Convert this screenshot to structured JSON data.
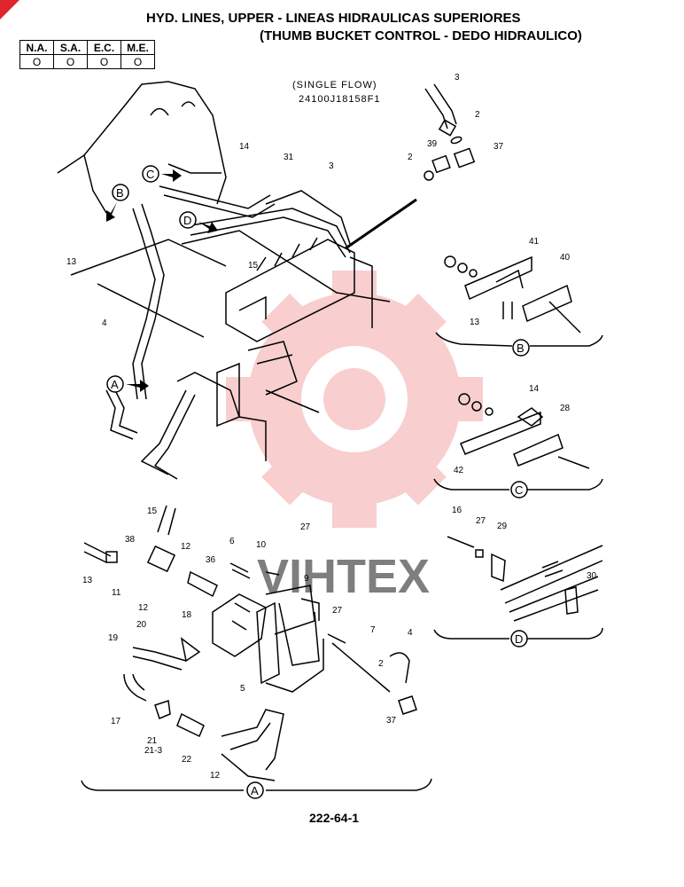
{
  "header": {
    "title_line1": "HYD. LINES, UPPER - LINEAS HIDRAULICAS SUPERIORES",
    "title_line2": "(THUMB BUCKET CONTROL - DEDO HIDRAULICO)"
  },
  "applicability_table": {
    "columns": [
      "N.A.",
      "S.A.",
      "E.C.",
      "M.E."
    ],
    "values": [
      "O",
      "O",
      "O",
      "O"
    ]
  },
  "annotations": {
    "single_flow": "(SINGLE FLOW)",
    "part_code": "24100J18158F1"
  },
  "watermark": "VIHTEX",
  "page_number": "222-64-1",
  "view_labels": [
    "A",
    "B",
    "C",
    "D"
  ],
  "callouts": {
    "c3a": "3",
    "c2a": "2",
    "c39": "39",
    "c37a": "37",
    "c2b": "2",
    "c14a": "14",
    "c31": "31",
    "c3b": "3",
    "c13a": "13",
    "c15a": "15",
    "c4a": "4",
    "c41": "41",
    "c40": "40",
    "c13b": "13",
    "c14b": "14",
    "c28": "28",
    "c42": "42",
    "c16": "16",
    "c27a": "27",
    "c29": "29",
    "c30": "30",
    "c15b": "15",
    "c38": "38",
    "c12a": "12",
    "c6": "6",
    "c10": "10",
    "c27b": "27",
    "c36": "36",
    "c9": "9",
    "c13c": "13",
    "c11": "11",
    "c12b": "12",
    "c18": "18",
    "c27c": "27",
    "c7": "7",
    "c4b": "4",
    "c20": "20",
    "c19": "19",
    "c2c": "2",
    "c5": "5",
    "c37b": "37",
    "c17": "17",
    "c21": "21",
    "c21_3": "21-3",
    "c22": "22",
    "c12c": "12"
  }
}
